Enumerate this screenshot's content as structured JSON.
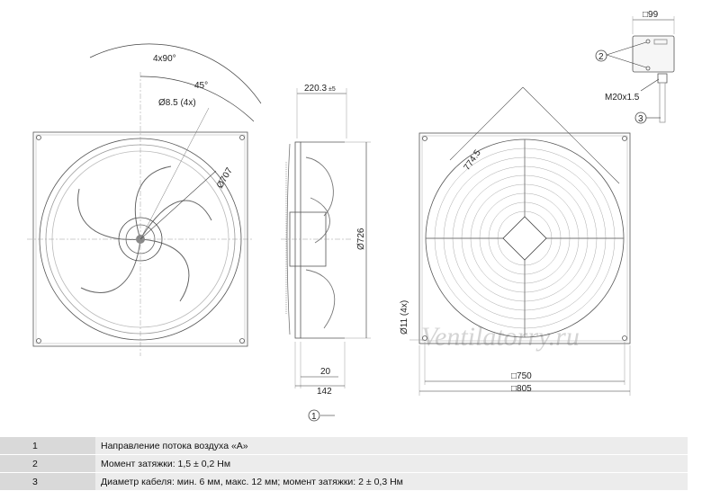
{
  "dimensions": {
    "angle_pitch": "4x90°",
    "angle_offset": "45°",
    "bolt_hole": "Ø8.5 (4x)",
    "blade_circle": "Ø707",
    "depth": "220.3",
    "depth_tol": "±5",
    "ring_diameter": "Ø726",
    "flange_thickness": "20",
    "flange_depth": "142",
    "diagonal": "774.5",
    "corner_hole": "Ø11 (4x)",
    "inner_width": "□750",
    "outer_width": "□805",
    "box_width": "□99",
    "gland": "M20x1.5"
  },
  "callouts": {
    "c1": "1",
    "c2": "2",
    "c3": "3"
  },
  "watermark": "Ventilatorry.ru",
  "legend": [
    {
      "num": "1",
      "text": "Направление потока воздуха «A»"
    },
    {
      "num": "2",
      "text": "Момент затяжки: 1,5 ± 0,2 Нм"
    },
    {
      "num": "3",
      "text": "Диаметр кабеля: мин. 6 мм, макс. 12 мм; момент затяжки: 2 ± 0,3 Нм"
    }
  ]
}
